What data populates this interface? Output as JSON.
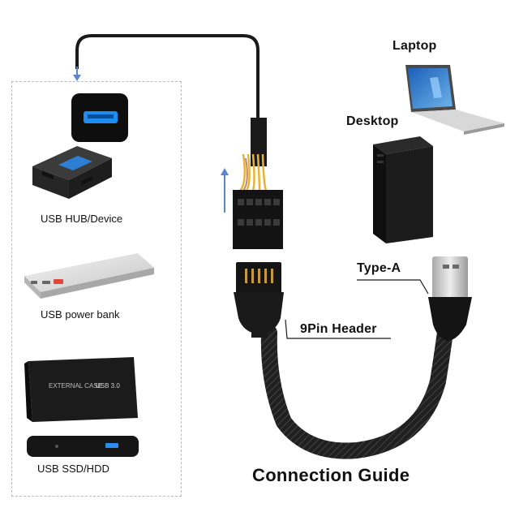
{
  "labels": {
    "usb_hub": "USB HUB/Device",
    "power_bank": "USB power bank",
    "ssd_hdd": "USB SSD/HDD",
    "laptop": "Laptop",
    "desktop": "Desktop",
    "type_a": "Type-A",
    "pin_header": "9Pin Header"
  },
  "title": "Connection Guide",
  "device_text": {
    "enclosure_brand": "USB 3.0",
    "enclosure_sub": "EXTERNAL CASE"
  },
  "icons": [
    "usb-port-icon",
    "usb-hub-icon",
    "power-bank-icon",
    "hdd-enclosure-icon",
    "ssd-drive-icon",
    "laptop-icon",
    "desktop-tower-icon",
    "usb-type-a-plug-icon",
    "nine-pin-header-icon"
  ],
  "colors": {
    "accent_blue": "#1e8cf0",
    "arrow": "#5b86c9",
    "cable": "#1a1a1a"
  }
}
